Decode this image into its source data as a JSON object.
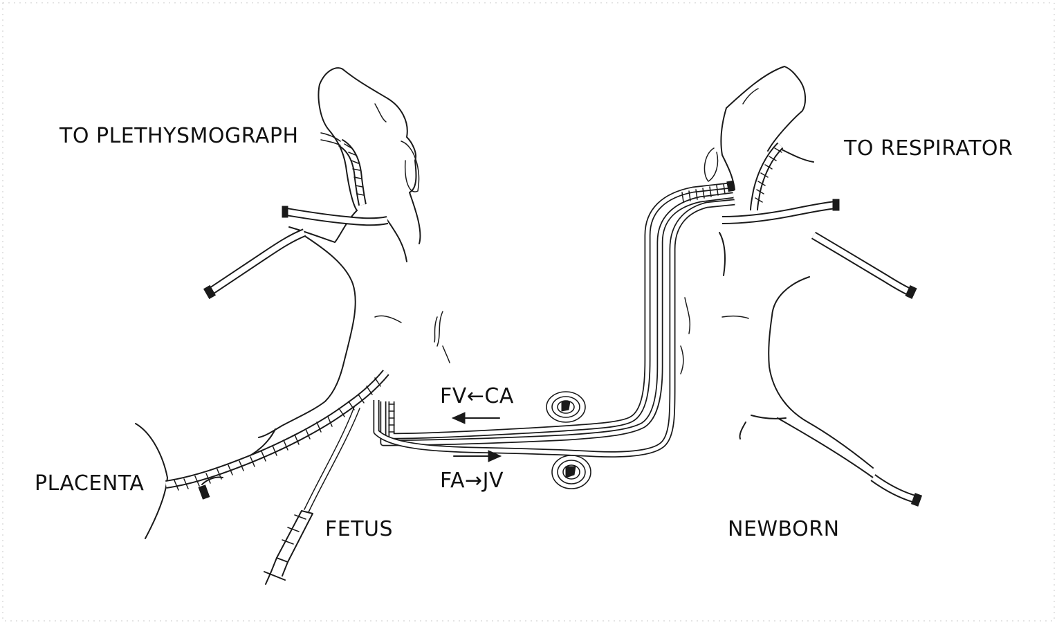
{
  "labels": {
    "to_plethysmograph": "TO PLETHYSMOGRAPH",
    "to_respirator": "TO RESPIRATOR",
    "placenta": "PLACENTA",
    "fetus": "FETUS",
    "newborn": "NEWBORN",
    "fv_ca": "FV←CA",
    "fa_jv": "FA→JV"
  },
  "colors": {
    "ink": "#1a1a1a",
    "paper": "#ffffff"
  }
}
